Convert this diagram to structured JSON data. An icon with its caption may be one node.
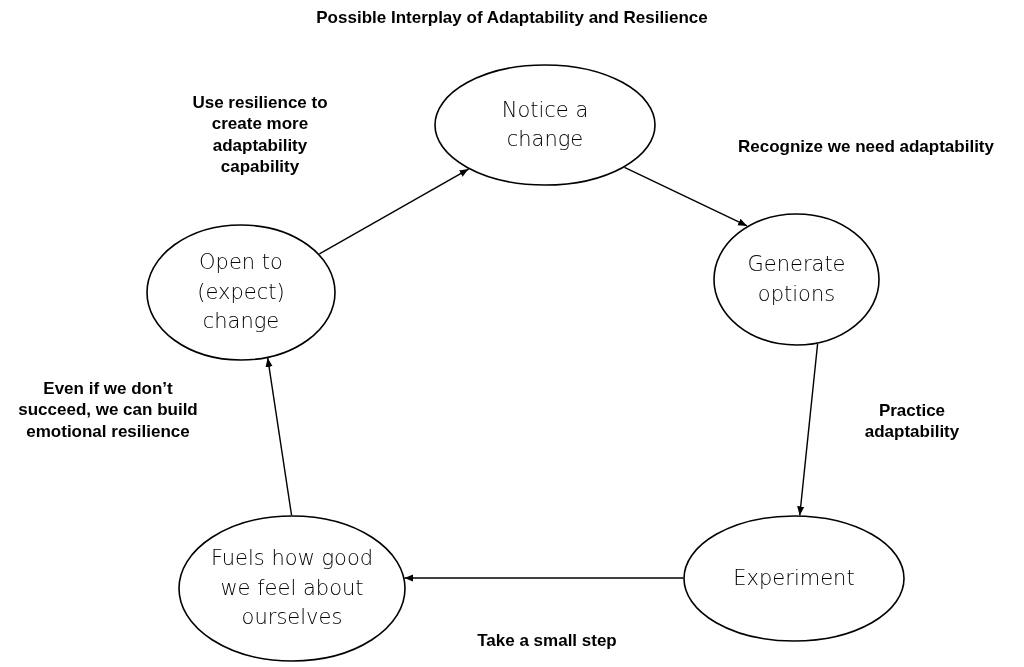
{
  "diagram": {
    "title": "Possible Interplay of Adaptability and Resilience",
    "nodes": [
      {
        "text": [
          "Notice a change"
        ]
      },
      {
        "text": [
          "Generate options"
        ]
      },
      {
        "text": [
          "Experiment"
        ]
      },
      {
        "text": [
          "Fuels how good we feel about ourselves"
        ]
      },
      {
        "text": [
          "Open to (expect) change"
        ]
      }
    ],
    "edges": [
      {
        "from": 4,
        "to": 0,
        "arrow": "to",
        "label": "Use resilience to create more adaptability capability"
      },
      {
        "from": 0,
        "to": 1,
        "arrow": "to",
        "label": "Recognize we need adaptability"
      },
      {
        "from": 1,
        "to": 2,
        "arrow": "to",
        "label": "Practice adaptability"
      },
      {
        "from": 2,
        "to": 3,
        "arrow": "to",
        "label": "Take a small step"
      },
      {
        "from": 3,
        "to": 4,
        "arrow": "to",
        "label": "Even if we don’t succeed, we can build emotional resilience"
      }
    ]
  }
}
